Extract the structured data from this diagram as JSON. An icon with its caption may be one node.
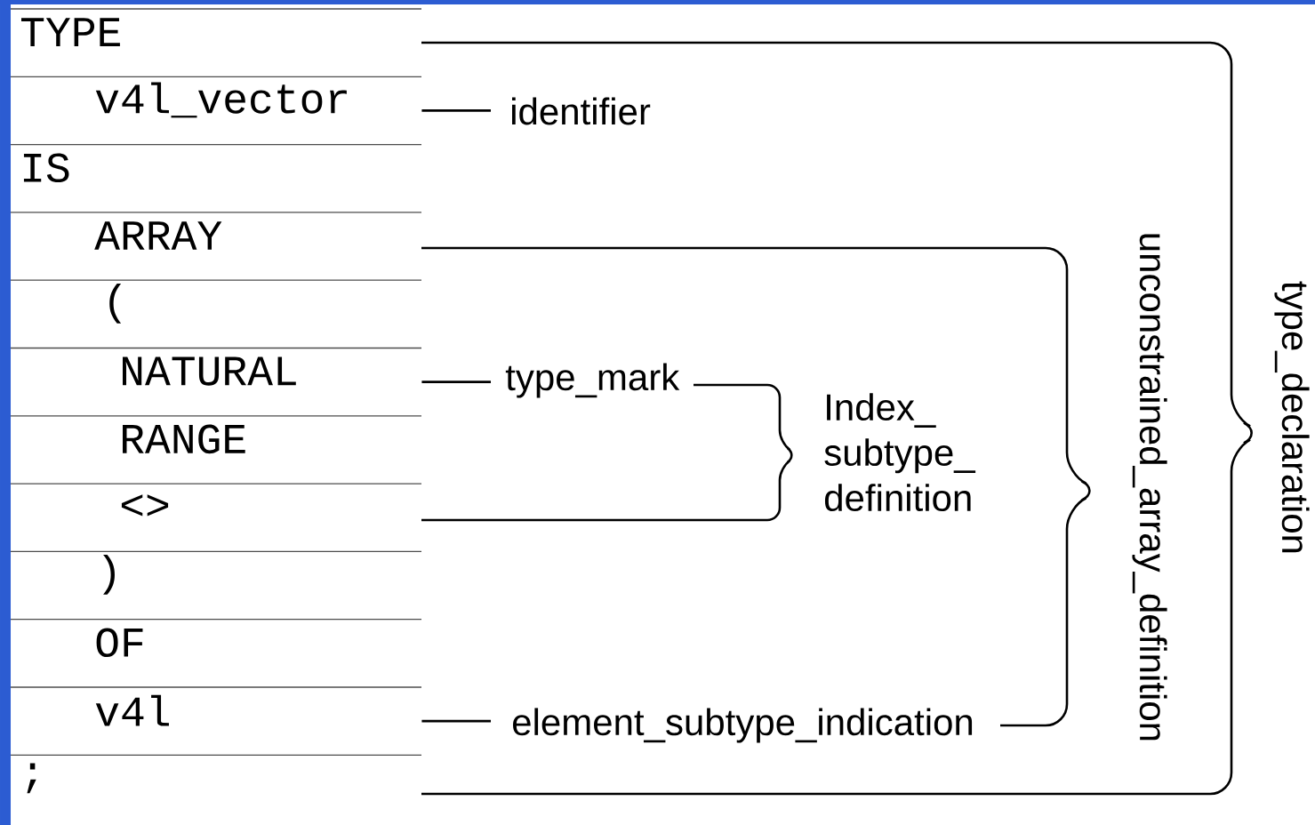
{
  "diagram": {
    "nodes": [
      {
        "text": [
          "TYPE"
        ]
      },
      {
        "text": [
          "v4l_vector"
        ]
      },
      {
        "text": [
          "IS"
        ]
      },
      {
        "text": [
          "ARRAY"
        ]
      },
      {
        "text": [
          "("
        ]
      },
      {
        "text": [
          "NATURAL"
        ]
      },
      {
        "text": [
          "RANGE"
        ]
      },
      {
        "text": [
          "<>"
        ]
      },
      {
        "text": [
          ")"
        ]
      },
      {
        "text": [
          "OF"
        ]
      },
      {
        "text": [
          "v4l"
        ]
      },
      {
        "text": [
          ";"
        ]
      },
      {
        "text": [
          "identifier"
        ]
      },
      {
        "text": [
          "type_mark"
        ]
      },
      {
        "text": [
          "element_subtype_indication"
        ]
      }
    ],
    "edges": [
      {
        "from": 1,
        "to": 12,
        "arrow": "none"
      },
      {
        "from": 5,
        "to": 13,
        "arrow": "none"
      },
      {
        "from": 10,
        "to": 14,
        "arrow": "none"
      }
    ],
    "labels": [
      "Index_ subtype_ definition",
      "unconstrained_array_definition",
      "type_declaration"
    ]
  }
}
